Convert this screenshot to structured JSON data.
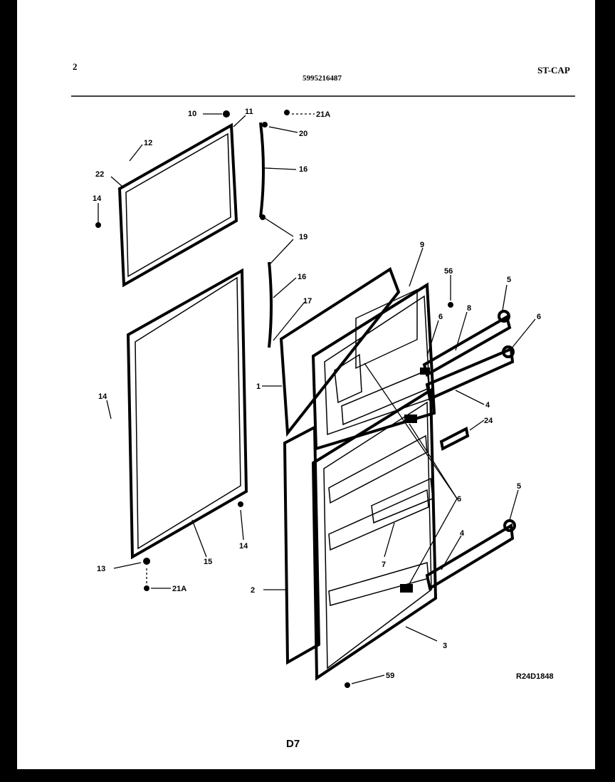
{
  "header": {
    "page_number": "2",
    "model_number": "5995216487",
    "series_code": "ST-CAP"
  },
  "figure_code": "R24D1848",
  "page_footer": "D7",
  "callouts": {
    "c1": "1",
    "c2": "2",
    "c3": "3",
    "c4a": "4",
    "c4b": "4",
    "c5a": "5",
    "c5b": "5",
    "c6a": "6",
    "c6b": "6",
    "c6c": "6",
    "c7": "7",
    "c8": "8",
    "c9": "9",
    "c10": "10",
    "c11": "11",
    "c12": "12",
    "c13": "13",
    "c14a": "14",
    "c14b": "14",
    "c14c": "14",
    "c15": "15",
    "c16a": "16",
    "c16b": "16",
    "c17": "17",
    "c19": "19",
    "c20": "20",
    "c21a": "21A",
    "c21b": "21A",
    "c22": "22",
    "c24": "24",
    "c56": "56",
    "c59": "59"
  }
}
